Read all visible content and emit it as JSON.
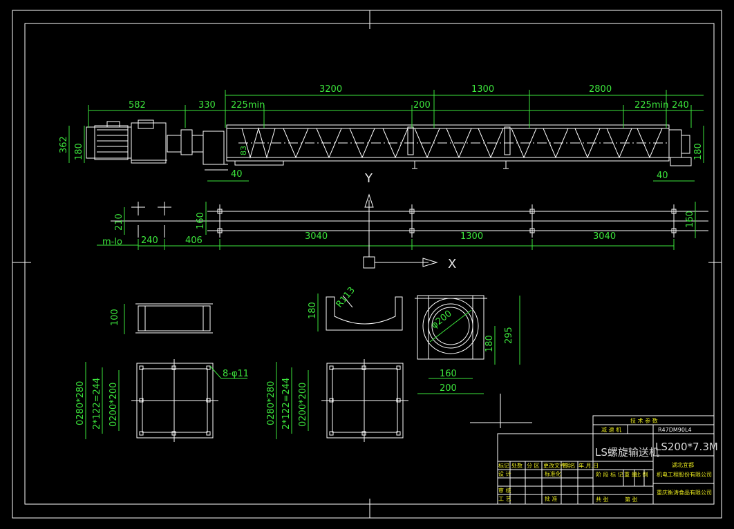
{
  "colors": {
    "background": "#000000",
    "line": "#ffffff",
    "dimension": "#3ce63c",
    "title_text": "#e6e61e"
  },
  "elevation_view": {
    "dims_top": [
      "3200",
      "1300",
      "2800"
    ],
    "dims_mid": [
      "582",
      "330",
      "225min",
      "200",
      "225min",
      "240"
    ],
    "dims_vertical": [
      "362",
      "180",
      "83",
      "180"
    ],
    "dims_bottom": [
      "40",
      "40"
    ]
  },
  "plan_view": {
    "dims": [
      "210",
      "160",
      "240",
      "406",
      "3040",
      "1300",
      "3040",
      "160"
    ],
    "label_m": "m-lo"
  },
  "axes": {
    "y": "Y",
    "x": "X"
  },
  "flange_details": {
    "small_height": "100",
    "saddle_height": "180",
    "saddle_radius": "R113",
    "ring_diameter": "φ200",
    "ring_dims": [
      "295",
      "180",
      "160",
      "200"
    ],
    "bolt_note": "8-φ11",
    "left_dims": [
      "0280*280",
      "2*122=244",
      "0200*200"
    ],
    "mid_dims": [
      "0280*280",
      "2*122=244",
      "0200*200"
    ]
  },
  "title_block": {
    "header": "技 术 参 数",
    "reducer_label": "减 速 机",
    "reducer_model": "R47DM90L4",
    "product_name": "LS螺旋输送机",
    "product_code": "LS200*7.3M",
    "company_1": "湖北宜都",
    "company_2": "机电工程股份有限公司",
    "company_3": "重庆衡涛食品有限公司",
    "row_labels": [
      "标记",
      "处数",
      "分 区",
      "更改文件号",
      "签 名",
      "年.月.日"
    ],
    "design": "设 计",
    "standard": "标准化",
    "review": "审 核",
    "process": "工 艺",
    "approve": "批 准",
    "stage": "阶 段 标 记",
    "weight": "重 量",
    "ratio": "比 例",
    "total": "共 张",
    "page": "第 张"
  }
}
